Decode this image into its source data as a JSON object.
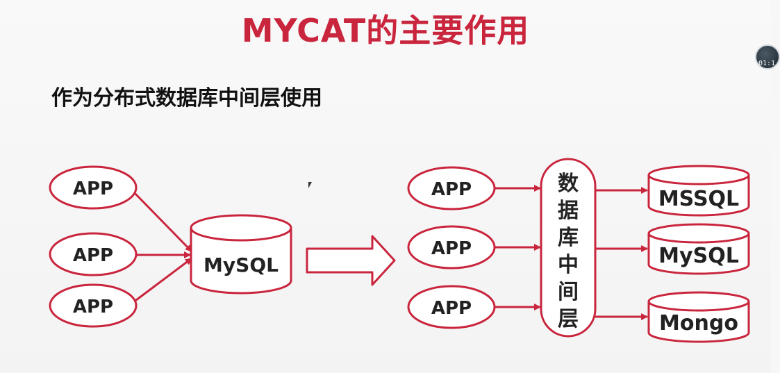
{
  "slide": {
    "title": "MYCAT的主要作用",
    "subtitle": "作为分布式数据库中间层使用"
  },
  "diagram": {
    "left": {
      "apps": [
        "APP",
        "APP",
        "APP"
      ],
      "database": "MySQL"
    },
    "right": {
      "apps": [
        "APP",
        "APP",
        "APP"
      ],
      "middleware_chars": [
        "数",
        "据",
        "库",
        "中",
        "间",
        "层"
      ],
      "databases": [
        "MSSQL",
        "MySQL",
        "Mongo"
      ]
    }
  },
  "overlay": {
    "video_time": "01:1"
  },
  "colors": {
    "accent": "#c9253d",
    "shape_fill": "#ffffff",
    "text": "#222222"
  },
  "icons": {
    "cursor": "mouse-cursor-icon",
    "video_badge": "video-thumbnail-icon"
  }
}
